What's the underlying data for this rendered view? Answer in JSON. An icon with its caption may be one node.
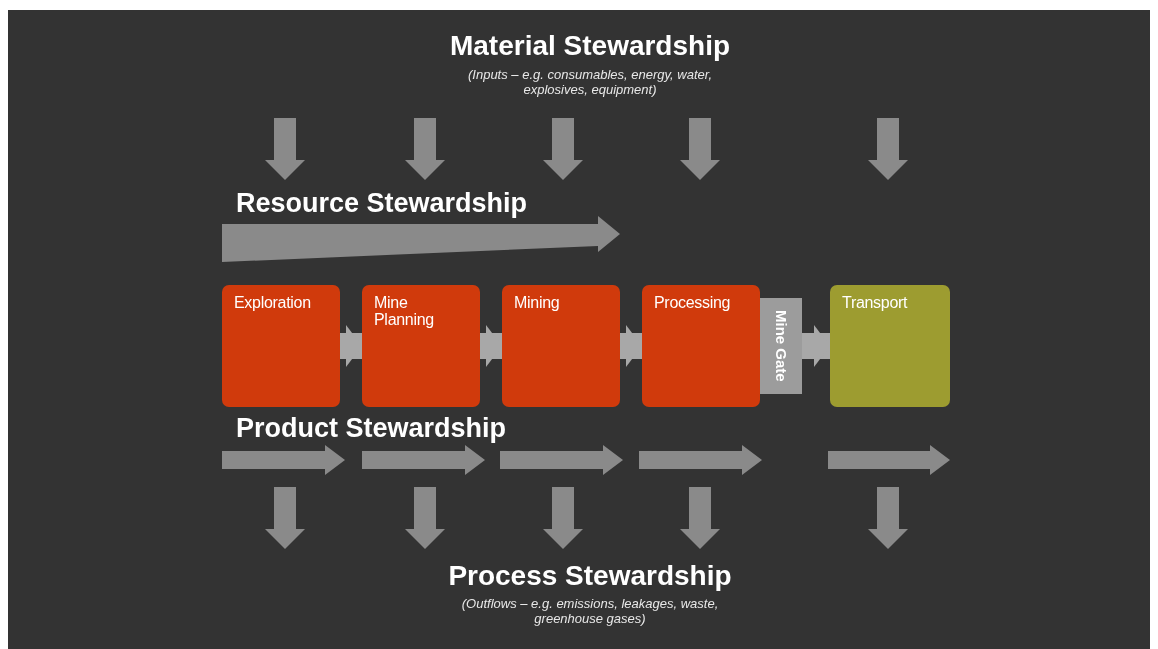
{
  "diagram": {
    "nodes": [
      {
        "text": [
          "Exploration"
        ]
      },
      {
        "text": [
          "Mine Planning"
        ]
      },
      {
        "text": [
          "Mining"
        ]
      },
      {
        "text": [
          "Processing"
        ]
      },
      {
        "text": [
          "Mine Gate"
        ]
      },
      {
        "text": [
          "Transport"
        ]
      }
    ],
    "edges": [
      {
        "from": 0,
        "to": 1,
        "arrow": "to"
      },
      {
        "from": 1,
        "to": 2,
        "arrow": "to"
      },
      {
        "from": 2,
        "to": 3,
        "arrow": "to"
      },
      {
        "from": 4,
        "to": 5,
        "arrow": "to"
      }
    ],
    "labels": [
      "Material Stewardship",
      "(Inputs – e.g. consumables, energy, water, explosives, equipment)",
      "Resource Stewardship",
      "Product Stewardship",
      "Process Stewardship",
      "(Outflows – e.g. emissions, leakages, waste, greenhouse gases)"
    ]
  }
}
